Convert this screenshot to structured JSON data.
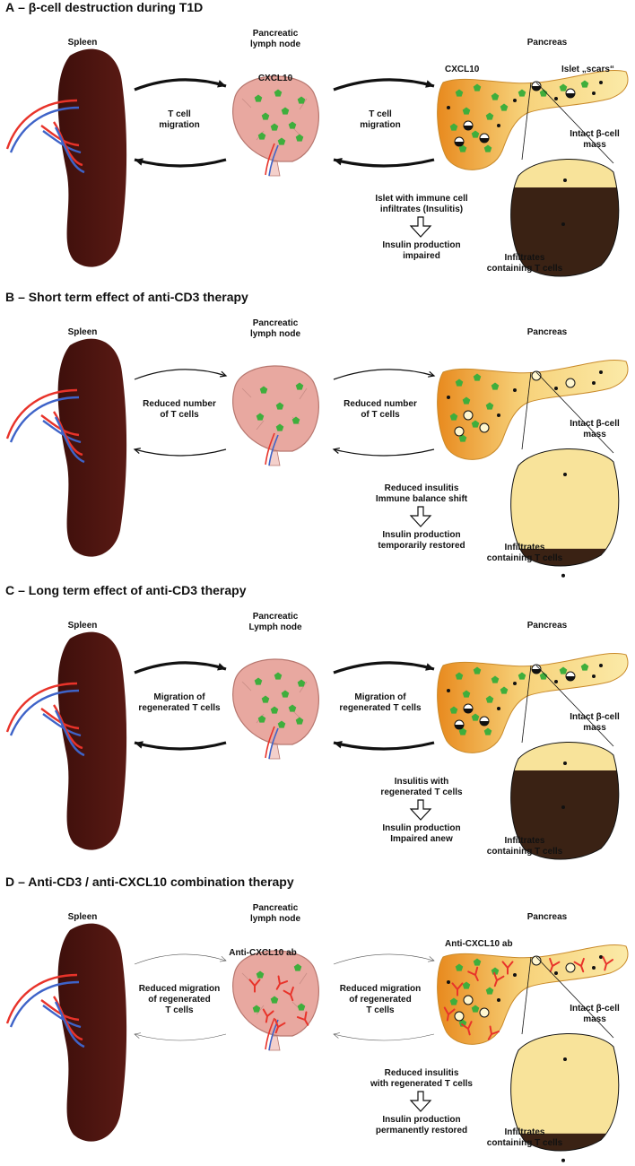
{
  "panels": [
    {
      "letter": "A",
      "title": "– β-cell destruction during T1D",
      "spleen_label": "Spleen",
      "node_label": [
        "Pancreatic",
        "lymph node"
      ],
      "pancreas_label": "Pancreas",
      "node_annotation": "CXCL10",
      "pancreas_annotation": "CXCL10",
      "scars_label": "Islet „scars“",
      "migration_left": [
        "T cell",
        "migration"
      ],
      "migration_right": [
        "T cell",
        "migration"
      ],
      "arrow_style": "thick",
      "intact_label": [
        "Intact β-cell",
        "mass"
      ],
      "infiltrate_label": [
        "Infiltrates",
        "containing T cells"
      ],
      "state_text": [
        "Islet with immune cell",
        "infiltrates (Insulitis)"
      ],
      "outcome_text": [
        "Insulin production",
        "impaired"
      ],
      "islet_fill": 0.25,
      "antibodies": false
    },
    {
      "letter": "B",
      "title": "– Short term effect of anti-CD3 therapy",
      "spleen_label": "Spleen",
      "node_label": [
        "Pancreatic",
        "lymph node"
      ],
      "pancreas_label": "Pancreas",
      "node_annotation": "",
      "pancreas_annotation": "",
      "scars_label": "",
      "migration_left": [
        "Reduced number",
        "of T cells"
      ],
      "migration_right": [
        "Reduced number",
        "of T cells"
      ],
      "arrow_style": "thin",
      "intact_label": [
        "Intact β-cell",
        "mass"
      ],
      "infiltrate_label": [
        "Infiltrates",
        "containing T cells"
      ],
      "state_text": [
        "Reduced insulitis",
        "Immune balance shift"
      ],
      "outcome_text": [
        "Insulin production",
        "temporarily restored"
      ],
      "islet_fill": 0.82,
      "antibodies": false
    },
    {
      "letter": "C",
      "title": "– Long term effect of anti-CD3 therapy",
      "spleen_label": "Spleen",
      "node_label": [
        "Pancreatic",
        "Lymph node"
      ],
      "pancreas_label": "Pancreas",
      "node_annotation": "",
      "pancreas_annotation": "",
      "scars_label": "",
      "migration_left": [
        "Migration of",
        "regenerated T cells"
      ],
      "migration_right": [
        "Migration of",
        "regenerated T cells"
      ],
      "arrow_style": "thick",
      "intact_label": [
        "Intact β-cell",
        "mass"
      ],
      "infiltrate_label": [
        "Infiltrates",
        "containing T cells"
      ],
      "state_text": [
        "Insulitis with",
        "regenerated T cells"
      ],
      "outcome_text": [
        "Insulin production",
        "Impaired anew"
      ],
      "islet_fill": 0.25,
      "antibodies": false
    },
    {
      "letter": "D",
      "title": "– Anti-CD3 / anti-CXCL10 combination therapy",
      "spleen_label": "Spleen",
      "node_label": [
        "Pancreatic",
        "lymph node"
      ],
      "pancreas_label": "Pancreas",
      "node_annotation": "Anti-CXCL10 ab",
      "pancreas_annotation": "Anti-CXCL10 ab",
      "scars_label": "",
      "migration_left": [
        "Reduced migration",
        "of regenerated",
        "T cells"
      ],
      "migration_right": [
        "Reduced migration",
        "of regenerated",
        "T cells"
      ],
      "arrow_style": "hairline",
      "intact_label": [
        "Intact β-cell",
        "mass"
      ],
      "infiltrate_label": [
        "Infiltrates",
        "containing T cells"
      ],
      "state_text": [
        "Reduced insulitis",
        "with regenerated T cells"
      ],
      "outcome_text": [
        "Insulin production",
        "permanently restored"
      ],
      "islet_fill": 0.82,
      "antibodies": true
    }
  ],
  "colors": {
    "spleen": "#5a1a14",
    "node": "#e8a8a0",
    "pancreas_light": "#fbeaa8",
    "pancreas_dark": "#e88a1e",
    "chemokine": "#3fae3c",
    "islet_light": "#f8e39a",
    "infiltrate": "#3a2214",
    "antibody": "#e8332a",
    "vessel_red": "#e8332a",
    "vessel_blue": "#3e63c8"
  }
}
